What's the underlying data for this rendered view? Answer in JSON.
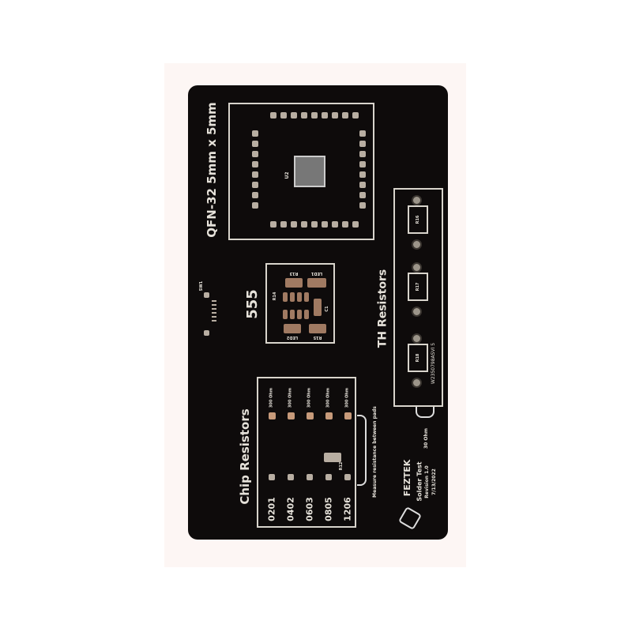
{
  "qfn": {
    "title": "QFN-32 5mm x 5mm",
    "ref": "U2"
  },
  "ic555": {
    "title": "555",
    "labels": [
      "R13",
      "LED1",
      "R14",
      "R15",
      "C1",
      "LED2"
    ]
  },
  "th": {
    "title": "TH Resistors",
    "refs": [
      "R16",
      "R17",
      "R18"
    ],
    "serial": "W2350798ASVI 5",
    "value": "30 Ohm"
  },
  "chip": {
    "title": "Chip Resistors",
    "sizes": [
      "0201",
      "0402",
      "0603",
      "0805",
      "1206"
    ],
    "value": "300 Ohm",
    "ref": "R12"
  },
  "measure": "Measure resistance between pads",
  "footer": {
    "brand": "FEZTEK",
    "product": "Solder Test",
    "revision": "Revision 1.0",
    "date": "7/13/2022"
  },
  "switch_label": "SW1",
  "colors": {
    "board": "#0e0b0b",
    "silkscreen": "#e6e2da",
    "copper": "#a07a62"
  }
}
